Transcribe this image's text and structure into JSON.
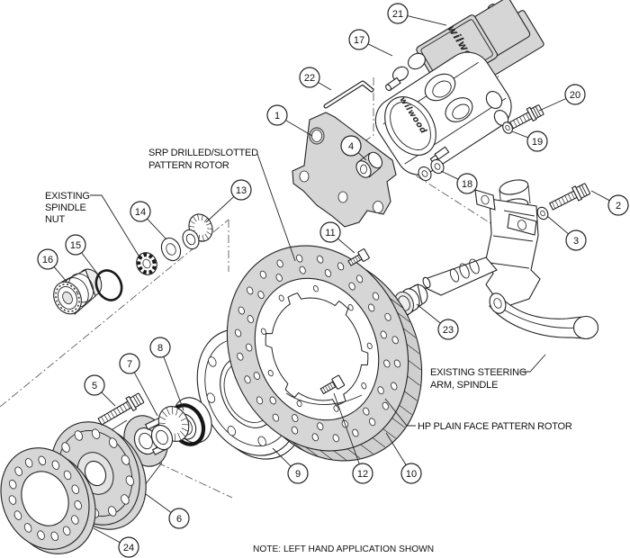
{
  "diagram": {
    "note": "NOTE: LEFT HAND APPLICATION SHOWN",
    "brand_logo": "wilwood",
    "labels": {
      "srp_line1": "SRP DRILLED/SLOTTED",
      "srp_line2": "PATTERN ROTOR",
      "nut_line1": "EXISTING",
      "nut_line2": "SPINDLE",
      "nut_line3": "NUT",
      "steer_line1": "EXISTING STEERING",
      "steer_line2": "ARM, SPINDLE",
      "hp_label": "HP PLAIN FACE PATTERN ROTOR"
    },
    "callouts": [
      "1",
      "2",
      "3",
      "4",
      "5",
      "6",
      "7",
      "8",
      "9",
      "10",
      "11",
      "12",
      "13",
      "14",
      "15",
      "16",
      "17",
      "18",
      "19",
      "20",
      "21",
      "22",
      "23",
      "24"
    ],
    "colors": {
      "line": "#222222",
      "part_fill": "#d6d6d6",
      "background": "#ffffff"
    }
  }
}
